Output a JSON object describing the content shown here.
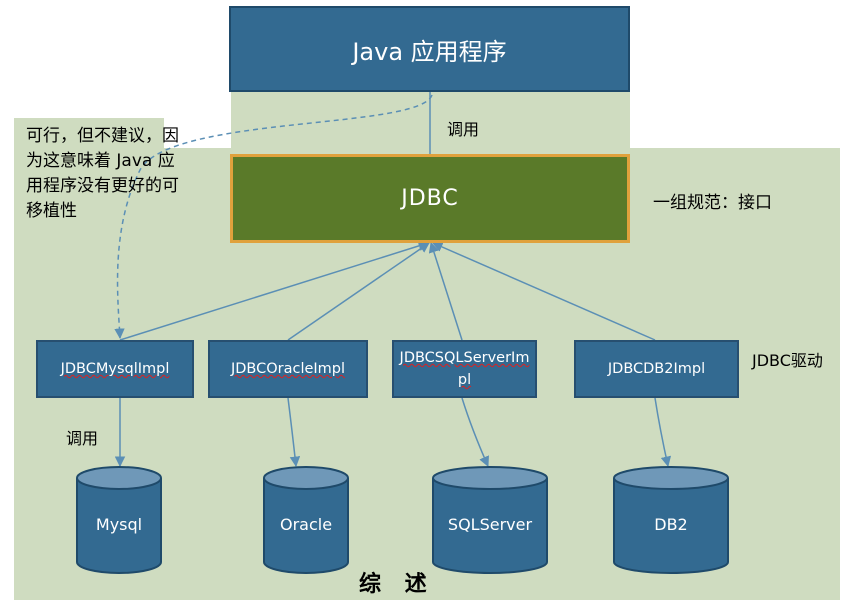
{
  "app": {
    "label": "Java 应用程序"
  },
  "jdbc": {
    "label": "JDBC"
  },
  "edges": {
    "call_top": "调用",
    "call_bottom": "调用"
  },
  "annotations": {
    "note": "可行，但不建议，因为这意味着 Java 应用程序没有更好的可移植性",
    "spec": "一组规范：接口",
    "driver": "JDBC驱动"
  },
  "impls": [
    {
      "label": "JDBCMysqlImpl"
    },
    {
      "label": "JDBCOracleImpl"
    },
    {
      "label": "JDBCSQLServerImpl"
    },
    {
      "label": "JDBCDB2Impl"
    }
  ],
  "databases": [
    {
      "label": "Mysql"
    },
    {
      "label": "Oracle"
    },
    {
      "label": "SQLServer"
    },
    {
      "label": "DB2"
    }
  ],
  "title": "综 述",
  "colors": {
    "background_panel": "#cfdcc0",
    "box_blue": "#336a91",
    "box_green": "#5a7a29",
    "accent_border": "#e0a13c",
    "arrow": "#5b8fb5"
  }
}
